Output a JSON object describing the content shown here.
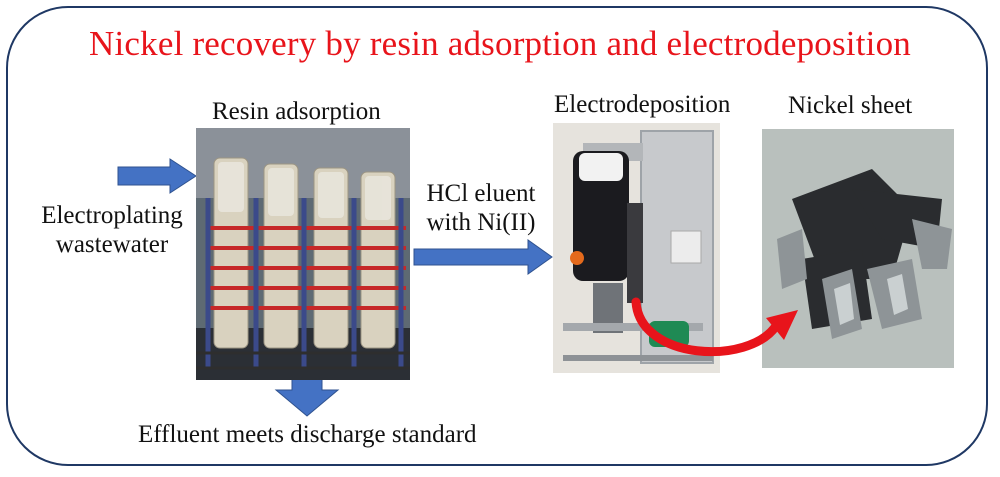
{
  "title": "Nickel recovery by resin adsorption and electrodeposition",
  "labels": {
    "resin_adsorption": "Resin adsorption",
    "electrodeposition": "Electrodeposition",
    "nickel_sheet": "Nickel sheet",
    "input_line1": "Electroplating",
    "input_line2": "wastewater",
    "eluent_line1": "HCl eluent",
    "eluent_line2": "with Ni(II)",
    "effluent": "Effluent meets discharge standard"
  },
  "colors": {
    "title": "#e8141b",
    "frame_border": "#1f3864",
    "flow_arrow": "#4472c4",
    "product_arrow": "#e8141b"
  }
}
